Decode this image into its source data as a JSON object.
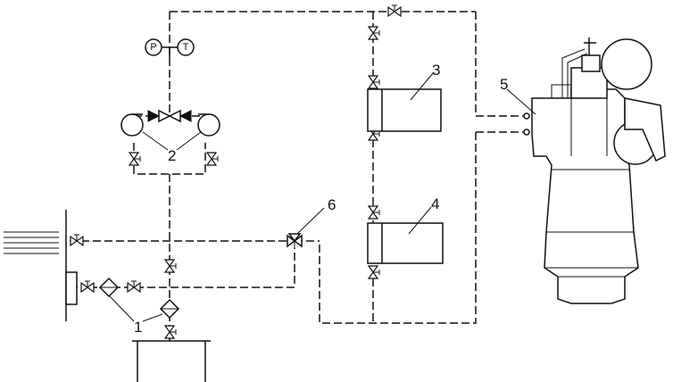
{
  "labels": {
    "filter_1": "1",
    "pumps_2": "2",
    "cooler_3": "3",
    "cooler_4": "4",
    "engine_5": "5",
    "valve_6": "6"
  },
  "gauges": {
    "pressure": "P",
    "temperature": "T"
  }
}
